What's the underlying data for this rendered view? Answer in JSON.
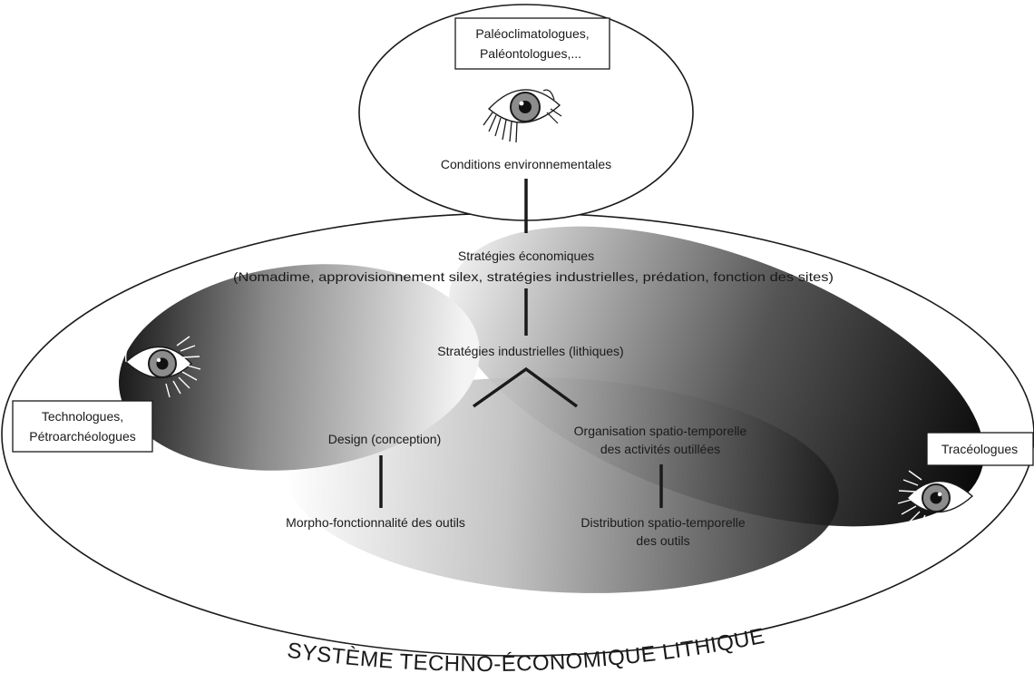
{
  "top": {
    "box_line1": "Paléoclimatologues,",
    "box_line2": "Paléontologues,...",
    "label": "Conditions environnementales"
  },
  "center": {
    "economic_title": "Stratégies économiques",
    "economic_detail": "(Nomadime, approvisionnement silex, stratégies industrielles, prédation, fonction des sites)",
    "industrial": "Stratégies industrielles (lithiques)",
    "design": "Design (conception)",
    "organisation_line1": "Organisation spatio-temporelle",
    "organisation_line2": "des activités outillées",
    "morpho": "Morpho-fonctionnalité des outils",
    "distribution_line1": "Distribution spatio-temporelle",
    "distribution_line2": "des outils"
  },
  "observers": {
    "left_line1": "Technologues,",
    "left_line2": "Pétroarchéologues",
    "right": "Tracéologues"
  },
  "system_title": "SYSTÈME TECHNO-ÉCONOMIQUE LITHIQUE",
  "icons": [
    "eye-icon",
    "eye-icon",
    "eye-icon"
  ],
  "colors": {
    "stroke": "#1a1a1a",
    "gradient_dark": "#0d0d0d",
    "gradient_light": "#ffffff"
  }
}
